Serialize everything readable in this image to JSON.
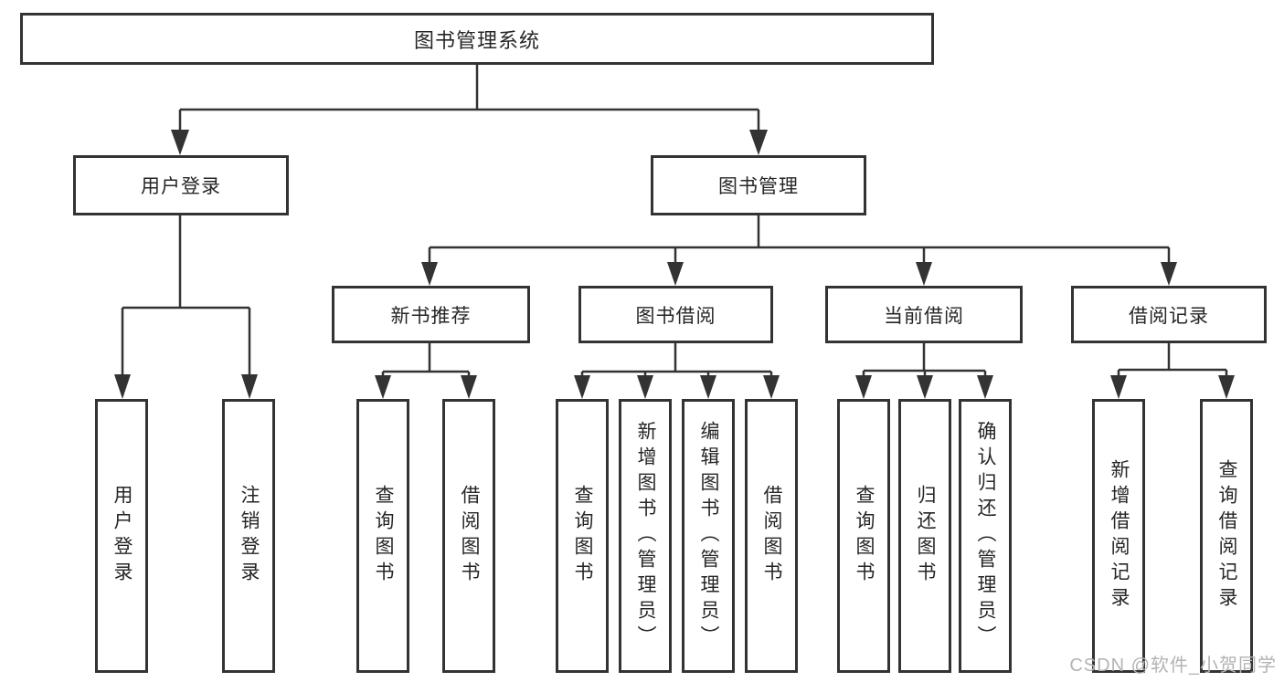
{
  "diagram": {
    "root": {
      "label": "图书管理系统"
    },
    "branches": [
      {
        "label": "用户登录",
        "children": [
          {
            "label": "用户登录"
          },
          {
            "label": "注销登录"
          }
        ]
      },
      {
        "label": "图书管理",
        "children": [
          {
            "label": "新书推荐",
            "children": [
              {
                "label": "查询图书"
              },
              {
                "label": "借阅图书"
              }
            ]
          },
          {
            "label": "图书借阅",
            "children": [
              {
                "label": "查询图书"
              },
              {
                "label": "新增图书（管理员）"
              },
              {
                "label": "编辑图书（管理员）"
              },
              {
                "label": "借阅图书"
              }
            ]
          },
          {
            "label": "当前借阅",
            "children": [
              {
                "label": "查询图书"
              },
              {
                "label": "归还图书"
              },
              {
                "label": "确认归还（管理员）"
              }
            ]
          },
          {
            "label": "借阅记录",
            "children": [
              {
                "label": "新增借阅记录"
              },
              {
                "label": "查询借阅记录"
              }
            ]
          }
        ]
      }
    ]
  },
  "watermark": {
    "text": "CSDN @软件_小贺同学"
  },
  "colors": {
    "line": "#333333",
    "box_border": "#333333",
    "text": "#262626",
    "watermark": "#b3b3b3",
    "background": "#ffffff"
  }
}
